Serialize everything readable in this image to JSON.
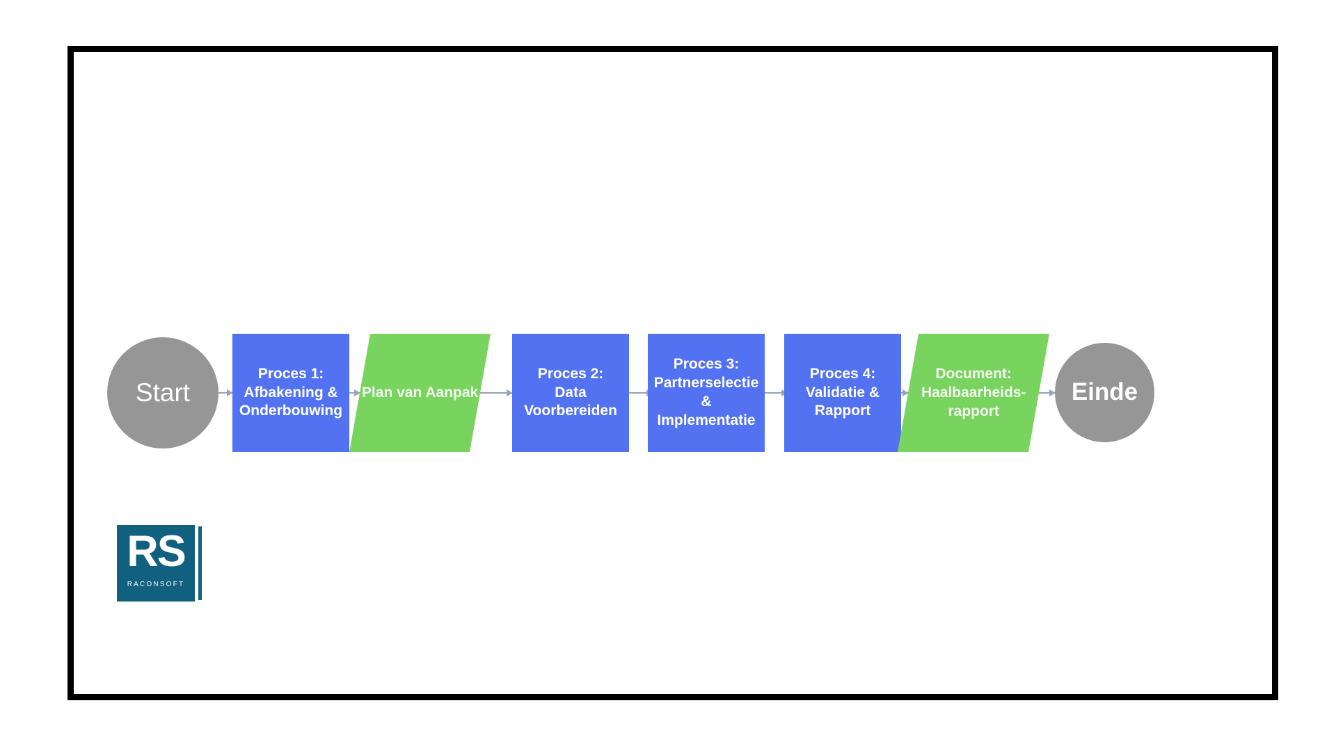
{
  "slide": {
    "background_color": "#ffffff",
    "border_color": "#000000"
  },
  "colors": {
    "process_blue": "#5272F2",
    "data_green": "#79D45F",
    "terminator_gray": "#969696",
    "arrow_gray": "#9aa3b5",
    "logo_teal": "#12607F",
    "text_white": "#ffffff"
  },
  "flow": {
    "nodes": [
      {
        "id": "start",
        "type": "terminator",
        "shape": "circle",
        "label": "Start"
      },
      {
        "id": "proces1",
        "type": "process",
        "shape": "rectangle",
        "label": "Proces 1:\nAfbakening &\nOnderbouwing"
      },
      {
        "id": "plan",
        "type": "data",
        "shape": "parallelogram",
        "label": "Plan van Aanpak"
      },
      {
        "id": "proces2",
        "type": "process",
        "shape": "rectangle",
        "label": "Proces 2:\nData\nVoorbereiden"
      },
      {
        "id": "proces3",
        "type": "process",
        "shape": "rectangle",
        "label": "Proces 3:\nPartnerselectie &\nImplementatie"
      },
      {
        "id": "proces4",
        "type": "process",
        "shape": "rectangle",
        "label": "Proces 4:\nValidatie &\nRapport"
      },
      {
        "id": "document",
        "type": "data",
        "shape": "parallelogram",
        "label": "Document:\nHaalbaarheids-\nrapport"
      },
      {
        "id": "einde",
        "type": "terminator",
        "shape": "circle",
        "label": "Einde"
      }
    ],
    "connectors": [
      {
        "from": "start",
        "to": "proces1"
      },
      {
        "from": "proces1",
        "to": "plan"
      },
      {
        "from": "plan",
        "to": "proces2"
      },
      {
        "from": "proces2",
        "to": "proces3"
      },
      {
        "from": "proces3",
        "to": "proces4"
      },
      {
        "from": "proces4",
        "to": "document"
      },
      {
        "from": "document",
        "to": "einde"
      }
    ]
  },
  "logo": {
    "initials": "RS",
    "wordmark": "RACONSOFT"
  }
}
